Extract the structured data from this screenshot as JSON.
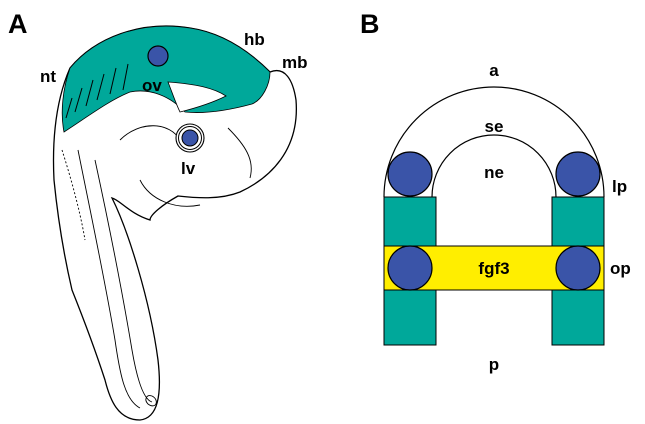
{
  "panel_a": {
    "letter": "A",
    "labels": {
      "nt": "nt",
      "ov": "ov",
      "hb": "hb",
      "mb": "mb",
      "lv": "lv"
    }
  },
  "panel_b": {
    "letter": "B",
    "labels": {
      "a": "a",
      "se": "se",
      "ne": "ne",
      "lp": "lp",
      "fgf3": "fgf3",
      "op": "op",
      "p": "p"
    }
  },
  "colors": {
    "teal": "#00a89a",
    "blue": "#3a54a8",
    "yellow": "#ffee00",
    "outline": "#000000"
  }
}
